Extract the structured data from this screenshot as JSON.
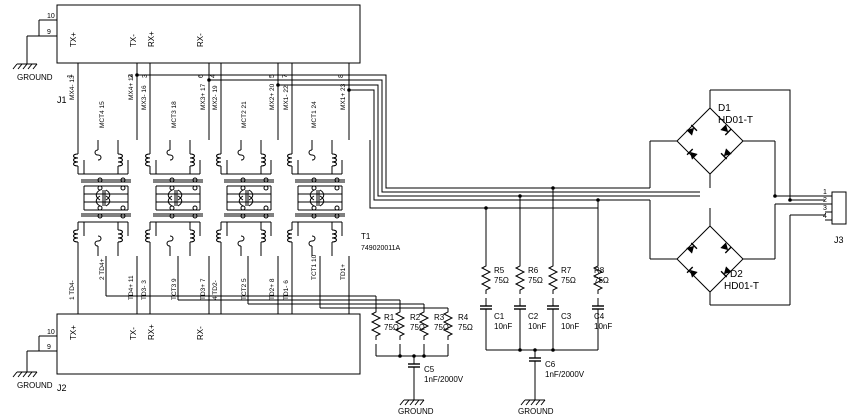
{
  "connectors": {
    "j1": {
      "designator": "J1",
      "pin_labels": [
        "TX+",
        "TX-",
        "RX+",
        "RX-"
      ],
      "pin_numbers": [
        "1",
        "2",
        "3",
        "6",
        "4",
        "5",
        "7",
        "8"
      ],
      "shield_pins": [
        "10",
        "9"
      ]
    },
    "j2": {
      "designator": "J2",
      "pin_labels": [
        "TX+",
        "TX-",
        "RX+",
        "RX-"
      ],
      "shield_pins": [
        "10",
        "9"
      ]
    },
    "j3": {
      "designator": "J3",
      "pin_numbers": [
        "1",
        "2",
        "3",
        "4"
      ]
    }
  },
  "transformer": {
    "designator": "T1",
    "part_number": "749020011A",
    "top_pins": [
      "MX4- 13",
      "MX4+ 14",
      "MCT4 15",
      "MX3- 16",
      "MX3+ 17",
      "MCT3 18",
      "MX2- 19",
      "MX2+ 20",
      "MCT2 21",
      "MX1- 22",
      "MX1+ 23",
      "MCT1 24"
    ],
    "bottom_pins": [
      "1 TD4-",
      "TD4+ 11",
      "2 TD4+",
      "TD3- 3",
      "TCT3 9",
      "TD3+ 7",
      "4 TD2-",
      "TD2+ 8",
      "TCT2 5",
      "TD1- 6",
      "TD1+",
      "TCT1 10"
    ]
  },
  "ground_label": "GROUND",
  "resistors": [
    {
      "ref": "R1",
      "value": "75Ω"
    },
    {
      "ref": "R2",
      "value": "75Ω"
    },
    {
      "ref": "R3",
      "value": "75Ω"
    },
    {
      "ref": "R4",
      "value": "75Ω"
    },
    {
      "ref": "R5",
      "value": "75Ω"
    },
    {
      "ref": "R6",
      "value": "75Ω"
    },
    {
      "ref": "R7",
      "value": "75Ω"
    },
    {
      "ref": "R8",
      "value": "75Ω"
    }
  ],
  "capacitors": [
    {
      "ref": "C1",
      "value": "10nF"
    },
    {
      "ref": "C2",
      "value": "10nF"
    },
    {
      "ref": "C3",
      "value": "10nF"
    },
    {
      "ref": "C4",
      "value": "10nF"
    },
    {
      "ref": "C5",
      "value": "1nF/2000V"
    },
    {
      "ref": "C6",
      "value": "1nF/2000V"
    }
  ],
  "diodes": [
    {
      "ref": "D1",
      "part": "HD01-T"
    },
    {
      "ref": "D2",
      "part": "HD01-T"
    }
  ]
}
